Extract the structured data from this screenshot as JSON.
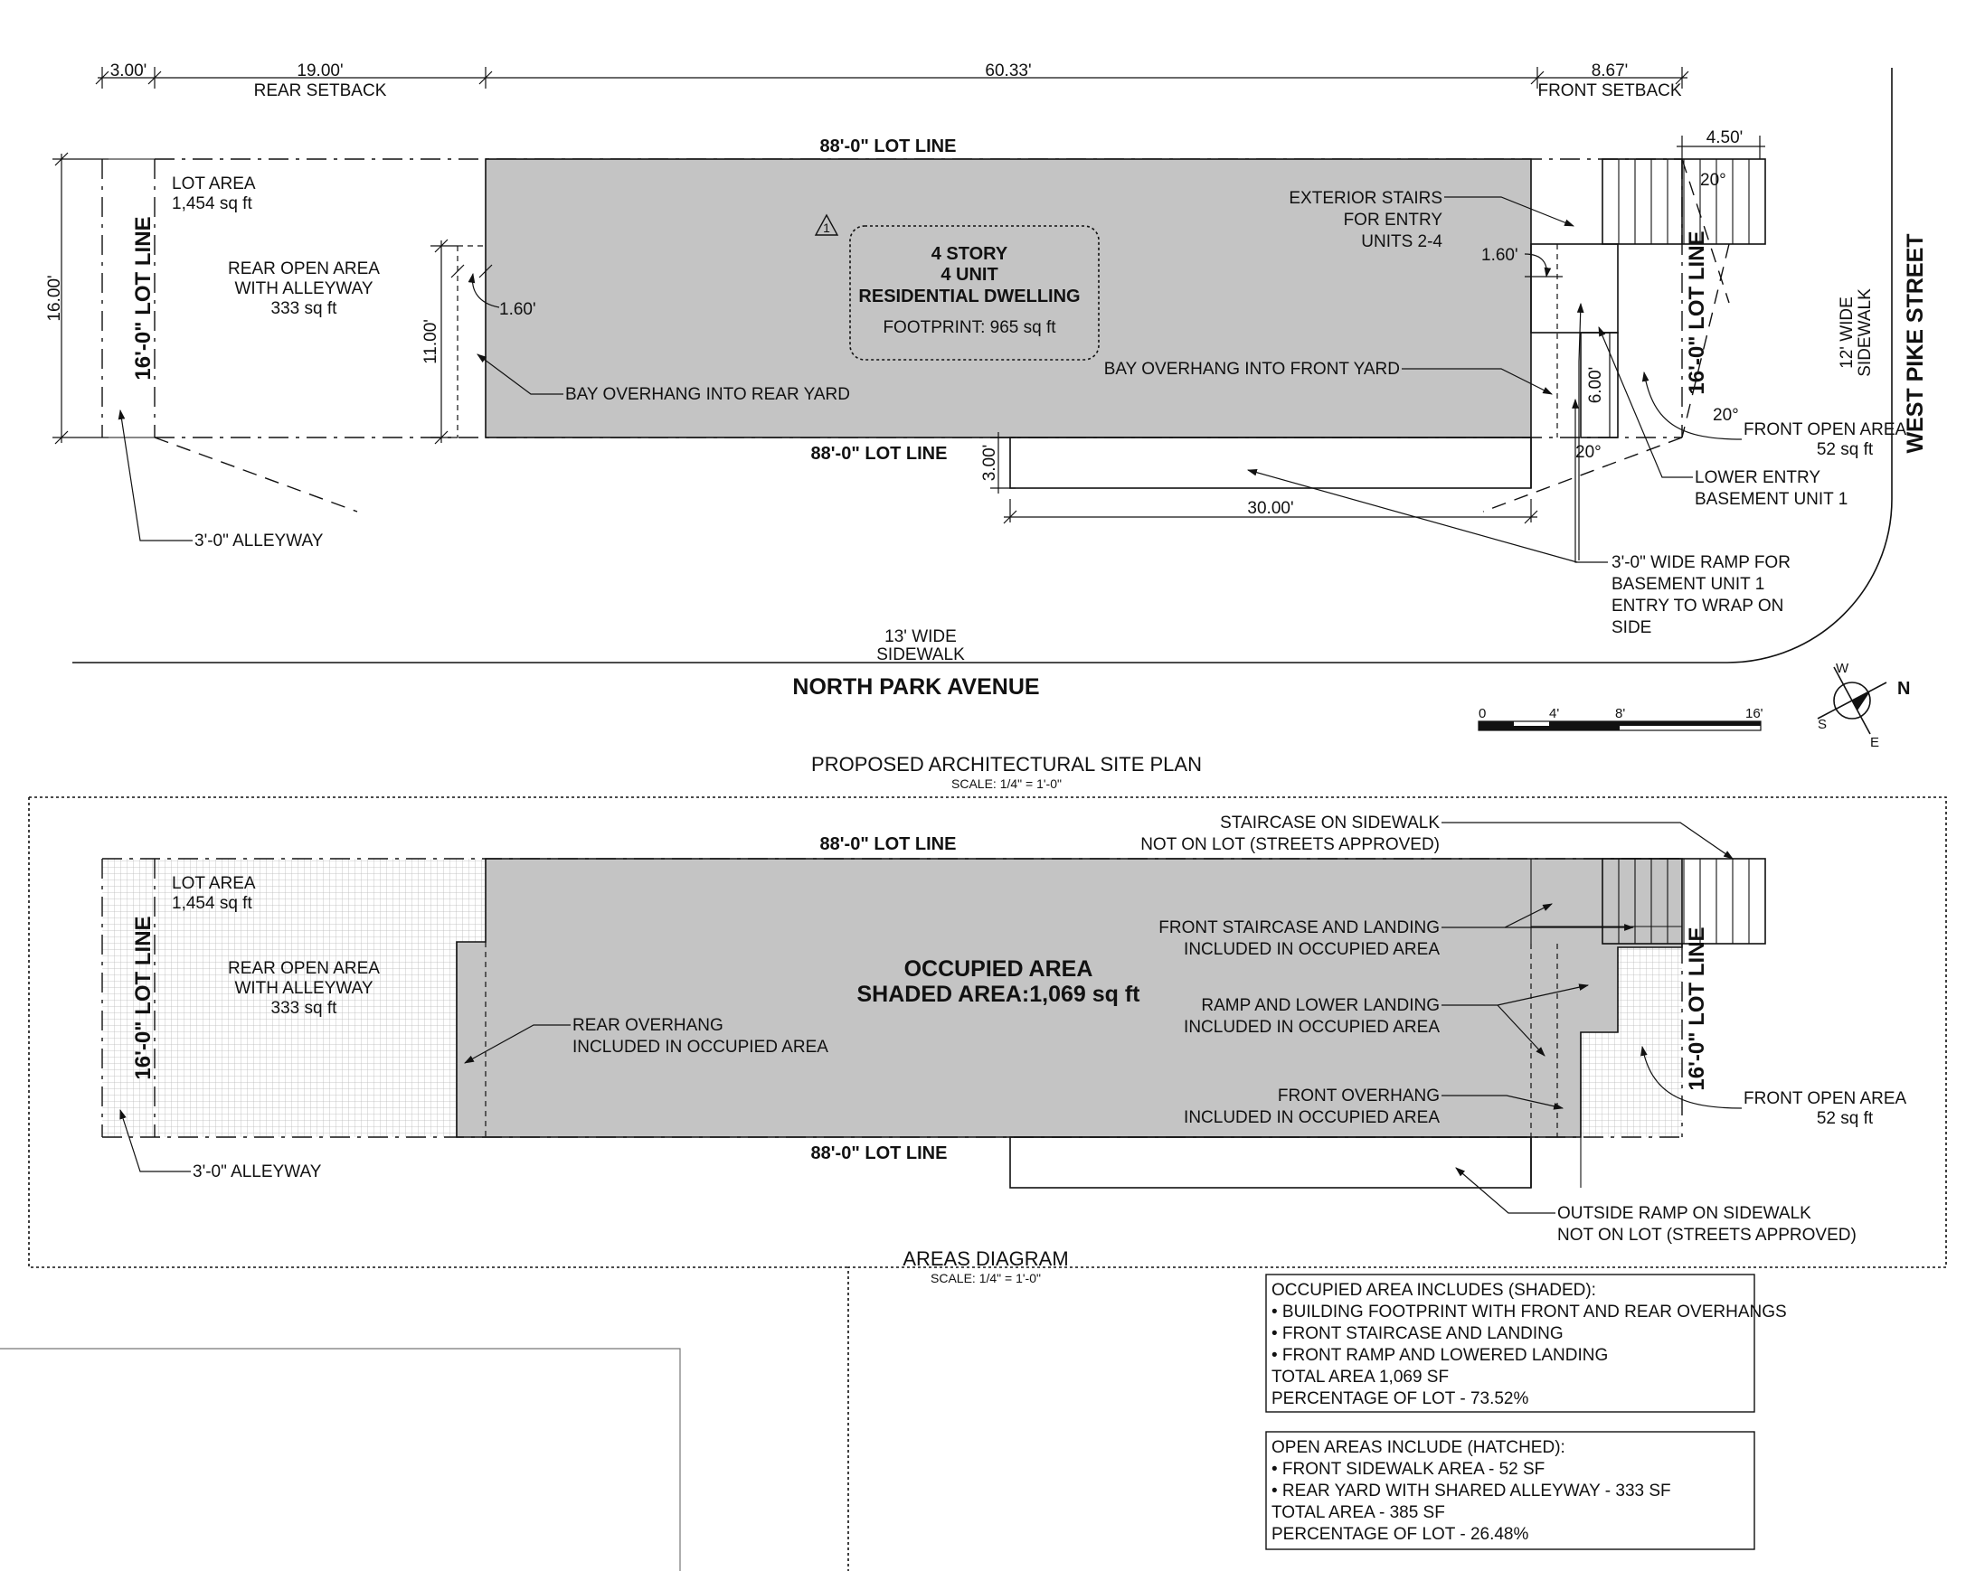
{
  "plan": {
    "title": "PROPOSED ARCHITECTURAL SITE PLAN",
    "scale": "SCALE: 1/4\"   =    1'-0\"",
    "dims": {
      "d300": "3.00'",
      "d1900": "19.00'",
      "rear_setback": "REAR SETBACK",
      "d6033": "60.33'",
      "d867": "8.67'",
      "front_setback": "FRONT SETBACK",
      "d450": "4.50'",
      "d1600": "16.00'",
      "d1100": "11.00'",
      "d160a": "1.60'",
      "d160b": "1.60'",
      "d600": "6.00'",
      "d300b": "3.00'",
      "d3000": "30.00'"
    },
    "angles": {
      "a1": "20°",
      "a2": "20°",
      "a3": "20°"
    },
    "lot_line_top": "88'-0\" LOT LINE",
    "lot_line_bottom": "88'-0\" LOT LINE",
    "lot_line_left": "16'-0\" LOT LINE",
    "lot_line_right": "16'-0\" LOT LINE",
    "lot_area": [
      "LOT AREA",
      "1,454 sq ft"
    ],
    "rear_open": [
      "REAR OPEN AREA",
      "WITH ALLEYWAY",
      "333 sq ft"
    ],
    "building": [
      "4 STORY",
      "4 UNIT",
      "RESIDENTIAL DWELLING"
    ],
    "footprint": "FOOTPRINT: 965 sq ft",
    "revision": "1",
    "exterior_stairs": [
      "EXTERIOR STAIRS",
      "FOR ENTRY",
      "UNITS 2-4"
    ],
    "bay_front": "BAY OVERHANG INTO FRONT YARD",
    "bay_rear": "BAY OVERHANG INTO REAR YARD",
    "front_open": [
      "FRONT OPEN AREA",
      "52 sq ft"
    ],
    "lower_entry": [
      "LOWER ENTRY",
      "BASEMENT UNIT 1"
    ],
    "ramp": [
      "3'-0\" WIDE RAMP FOR",
      "BASEMENT UNIT 1",
      "ENTRY TO WRAP ON",
      "SIDE"
    ],
    "alleyway": "3'-0\" ALLEYWAY",
    "sidewalk_13": [
      "13' WIDE",
      "SIDEWALK"
    ],
    "street_south": "NORTH PARK AVENUE",
    "sidewalk_12": [
      "12' WIDE",
      "SIDEWALK"
    ],
    "street_east": "WEST PIKE STREET",
    "scale_bar": [
      "0",
      "4'",
      "8'",
      "16'"
    ],
    "compass": {
      "n": "N",
      "s": "S",
      "e": "E",
      "w": "W"
    }
  },
  "areas": {
    "title": "AREAS DIAGRAM",
    "scale": "SCALE: 1/4\"   =    1'-0\"",
    "lot_line_top": "88'-0\" LOT LINE",
    "lot_line_bottom": "88'-0\" LOT LINE",
    "lot_line_left": "16'-0\" LOT LINE",
    "lot_line_right": "16'-0\" LOT LINE",
    "lot_area": [
      "LOT AREA",
      "1,454 sq ft"
    ],
    "rear_open": [
      "REAR OPEN AREA",
      "WITH ALLEYWAY",
      "333 sq ft"
    ],
    "occupied": [
      "OCCUPIED AREA",
      "SHADED AREA:1,069 sq ft"
    ],
    "rear_overhang": [
      "REAR OVERHANG",
      "INCLUDED IN OCCUPIED AREA"
    ],
    "staircase_sidewalk": [
      "STAIRCASE ON SIDEWALK",
      "NOT ON LOT (STREETS APPROVED)"
    ],
    "front_staircase": [
      "FRONT STAIRCASE AND LANDING",
      "INCLUDED IN OCCUPIED AREA"
    ],
    "ramp_landing": [
      "RAMP AND LOWER LANDING",
      "INCLUDED IN OCCUPIED AREA"
    ],
    "front_overhang": [
      "FRONT OVERHANG",
      "INCLUDED IN OCCUPIED AREA"
    ],
    "front_open": [
      "FRONT OPEN AREA",
      "52 sq ft"
    ],
    "outside_ramp": [
      "OUTSIDE RAMP ON SIDEWALK",
      "NOT ON LOT (STREETS APPROVED)"
    ],
    "alleyway": "3'-0\" ALLEYWAY"
  },
  "notes": {
    "occupied": [
      "OCCUPIED AREA INCLUDES (SHADED):",
      "• BUILDING FOOTPRINT WITH FRONT AND REAR OVERHANGS",
      "• FRONT STAIRCASE AND LANDING",
      "• FRONT RAMP AND LOWERED LANDING",
      "TOTAL AREA 1,069 SF",
      "PERCENTAGE OF LOT - 73.52%"
    ],
    "open": [
      "OPEN AREAS INCLUDE (HATCHED):",
      "• FRONT SIDEWALK AREA - 52 SF",
      "• REAR YARD WITH SHARED ALLEYWAY - 333 SF",
      "TOTAL AREA - 385 SF",
      "PERCENTAGE OF LOT - 26.48%"
    ]
  }
}
